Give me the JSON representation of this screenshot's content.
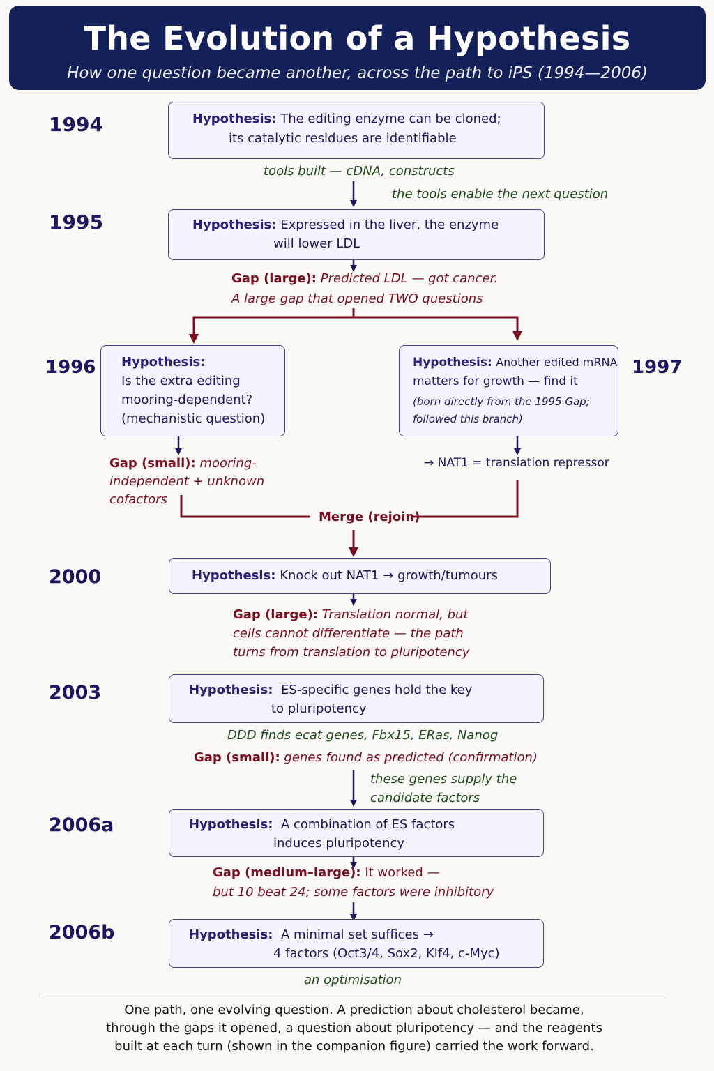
{
  "header": {
    "title": "The Evolution of a Hypothesis",
    "subtitle": "How one question became another, across the path to iPS (1994—2006)"
  },
  "hypothesis_label": "Hypothesis:",
  "gap_large": "Gap (large):",
  "gap_small": "Gap (small):",
  "gap_medium_large": "Gap (medium–large):",
  "nodes": {
    "y1994": {
      "year": "1994",
      "line1": "The editing enzyme can be cloned;",
      "line2": "its catalytic residues are identifiable",
      "note": "tools built — cDNA, constructs",
      "arrow_note": "the tools enable the next question"
    },
    "y1995": {
      "year": "1995",
      "line1": "Expressed in the liver, the enzyme",
      "line2": "will lower LDL",
      "gap_text": "Predicted LDL — got cancer.",
      "gap_line2": "A large gap that opened TWO questions"
    },
    "y1996": {
      "year": "1996",
      "line1": "Is the extra editing",
      "line2": "mooring-dependent?",
      "line3": "(mechanistic question)",
      "gap_line1": "mooring-",
      "gap_line2": "independent + unknown",
      "gap_line3": "cofactors"
    },
    "y1997": {
      "year": "1997",
      "line1": "Another edited mRNA",
      "line2": "matters for growth — find it",
      "note1": "(born directly from the 1995 Gap;",
      "note2": "followed this branch)",
      "result": "→ NAT1 = translation repressor"
    },
    "merge": "Merge (rejoin)",
    "y2000": {
      "year": "2000",
      "line1": "Knock out NAT1 → growth/tumours",
      "gap_text": "Translation normal, but",
      "gap_line2": "cells cannot differentiate — the path",
      "gap_line3": "turns from translation to pluripotency"
    },
    "y2003": {
      "year": "2003",
      "line1": "ES-specific genes hold the key",
      "line2": "to pluripotency",
      "note": "DDD finds ecat genes, Fbx15, ERas, Nanog",
      "gap_text": "genes found as predicted (confirmation)",
      "arrow_note1": "these genes supply the",
      "arrow_note2": "candidate factors"
    },
    "y2006a": {
      "year": "2006a",
      "line1": "A combination of ES factors",
      "line2": "induces pluripotency",
      "gap_text": "It worked —",
      "gap_line2": "but 10 beat 24; some factors were inhibitory"
    },
    "y2006b": {
      "year": "2006b",
      "line1": "A minimal set suffices →",
      "line2": "4 factors (Oct3/4, Sox2, Klf4, c-Myc)",
      "note": "an optimisation"
    }
  },
  "footer": {
    "line1": "One path, one evolving question. A prediction about cholesterol became,",
    "line2": "through the gaps it opened, a question about pluripotency — and the reagents",
    "line3": "built at each turn (shown in the companion figure) carried the work forward."
  },
  "colors": {
    "header_bg": "#13205a",
    "navy_arrow": "#1d1660",
    "red_arrow": "#7a0d1f",
    "gap_text": "#7a0d1f",
    "note_text": "#1c4a1c",
    "box_fill": "#f5f3fd"
  }
}
